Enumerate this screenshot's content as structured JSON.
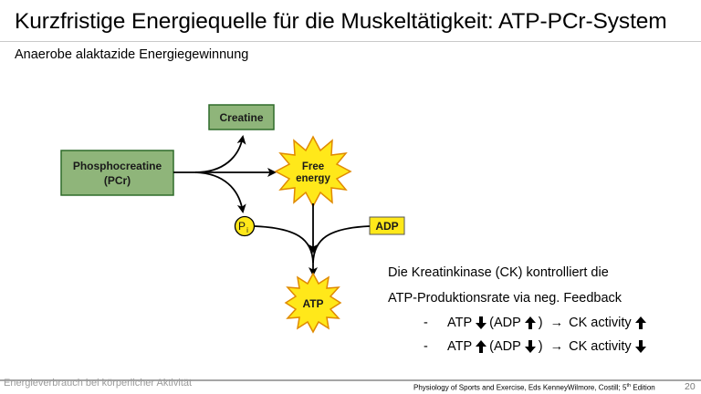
{
  "header": {
    "title": "Kurzfristige Energiequelle für die Muskeltätigkeit:  ATP-PCr-System",
    "subtitle": "Anaerobe alaktazide Energiegewinnung"
  },
  "diagram": {
    "phosphocreatine_line1": "Phosphocreatine",
    "phosphocreatine_line2": "(PCr)",
    "creatine": "Creatine",
    "free_energy_line1": "Free",
    "free_energy_line2": "energy",
    "pi_main": "P",
    "pi_sub": "i",
    "adp": "ADP",
    "atp": "ATP",
    "colors": {
      "green_box": "#8fb57a",
      "green_border": "#2f6b2a",
      "yellow": "#ffe81a",
      "burst_outline": "#e08a00"
    }
  },
  "description": {
    "line1": "Die Kreatinkinase (CK) kontrolliert die",
    "line2": "ATP-Produktionsrate via neg. Feedback",
    "bullets": [
      {
        "dash": "-",
        "atp": "ATP",
        "atp_dir": "down-arrow",
        "adp": "(ADP",
        "adp_dir": "up-arrow",
        "close": ")",
        "implies": "→",
        "ck": "CK activity",
        "ck_dir": "up-arrow"
      },
      {
        "dash": "-",
        "atp": "ATP",
        "atp_dir": "up-arrow",
        "adp": "(ADP",
        "adp_dir": "down-arrow",
        "close": ")",
        "implies": "→",
        "ck": "CK activity",
        "ck_dir": "down-arrow"
      }
    ]
  },
  "footer": {
    "left": "Energieverbrauch bei körperlicher Aktivität",
    "source_main": "Physiology of Sports and Exercise, Eds KenneyWilmore, Costill; 5",
    "source_sup": "th",
    "source_end": " Edition",
    "page": "20"
  }
}
